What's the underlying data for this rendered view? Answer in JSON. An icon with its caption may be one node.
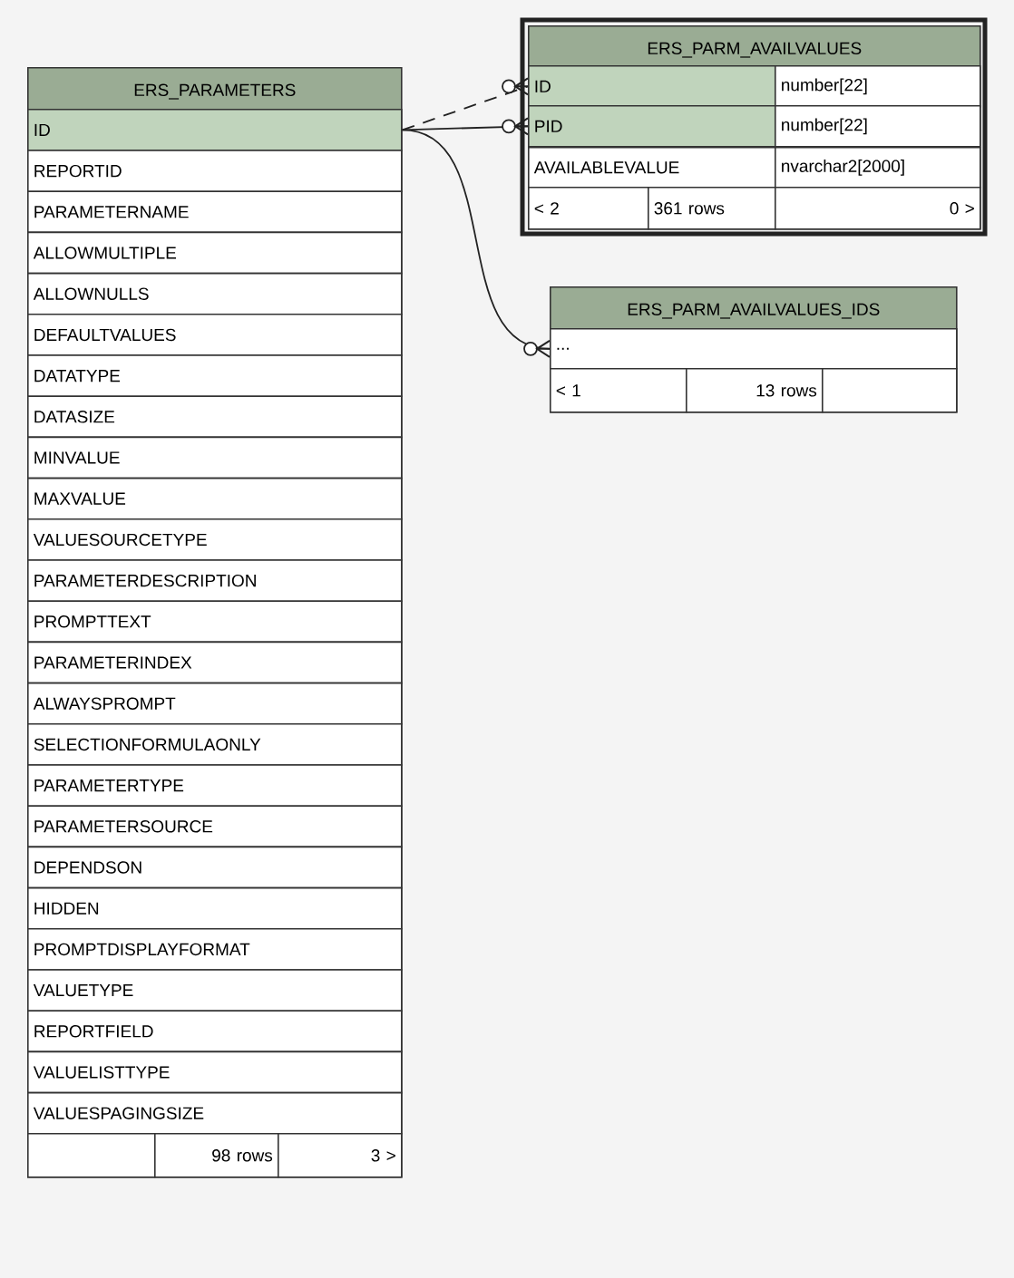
{
  "diagram": {
    "nodes": [
      {
        "text": [
          "ERS_PARAMETERS"
        ]
      },
      {
        "text": [
          "ID"
        ],
        "in": 0
      },
      {
        "text": [
          "REPORTID"
        ],
        "in": 0
      },
      {
        "text": [
          "PARAMETERNAME"
        ],
        "in": 0
      },
      {
        "text": [
          "ALLOWMULTIPLE"
        ],
        "in": 0
      },
      {
        "text": [
          "ALLOWNULLS"
        ],
        "in": 0
      },
      {
        "text": [
          "DEFAULTVALUES"
        ],
        "in": 0
      },
      {
        "text": [
          "DATATYPE"
        ],
        "in": 0
      },
      {
        "text": [
          "DATASIZE"
        ],
        "in": 0
      },
      {
        "text": [
          "MINVALUE"
        ],
        "in": 0
      },
      {
        "text": [
          "MAXVALUE"
        ],
        "in": 0
      },
      {
        "text": [
          "VALUESOURCETYPE"
        ],
        "in": 0
      },
      {
        "text": [
          "PARAMETERDESCRIPTION"
        ],
        "in": 0
      },
      {
        "text": [
          "PROMPTTEXT"
        ],
        "in": 0
      },
      {
        "text": [
          "PARAMETERINDEX"
        ],
        "in": 0
      },
      {
        "text": [
          "ALWAYSPROMPT"
        ],
        "in": 0
      },
      {
        "text": [
          "SELECTIONFORMULAONLY"
        ],
        "in": 0
      },
      {
        "text": [
          "PARAMETERTYPE"
        ],
        "in": 0
      },
      {
        "text": [
          "PARAMETERSOURCE"
        ],
        "in": 0
      },
      {
        "text": [
          "DEPENDSON"
        ],
        "in": 0
      },
      {
        "text": [
          "HIDDEN"
        ],
        "in": 0
      },
      {
        "text": [
          "PROMPTDISPLAYFORMAT"
        ],
        "in": 0
      },
      {
        "text": [
          "VALUETYPE"
        ],
        "in": 0
      },
      {
        "text": [
          "REPORTFIELD"
        ],
        "in": 0
      },
      {
        "text": [
          "VALUELISTTYPE"
        ],
        "in": 0
      },
      {
        "text": [
          "VALUESPAGINGSIZE"
        ],
        "in": 0
      },
      {
        "text": [],
        "shape": "box",
        "in": 0
      },
      {
        "text": [
          "98 rows"
        ],
        "in": 0
      },
      {
        "text": [
          "3 >"
        ],
        "in": 0
      },
      {
        "text": [
          "ERS_PARM_AVAILVALUES"
        ]
      },
      {
        "text": [
          "ID"
        ],
        "in": 29
      },
      {
        "text": [
          "number[22]"
        ],
        "in": 29
      },
      {
        "text": [
          "PID"
        ],
        "in": 29
      },
      {
        "text": [
          "number[22]"
        ],
        "in": 29
      },
      {
        "text": [
          "AVAILABLEVALUE"
        ],
        "in": 29
      },
      {
        "text": [
          "nvarchar2[2000]"
        ],
        "in": 29
      },
      {
        "text": [
          "< 2"
        ],
        "in": 29
      },
      {
        "text": [
          "361 rows"
        ],
        "in": 29
      },
      {
        "text": [
          "0 >"
        ],
        "in": 29
      },
      {
        "text": [
          "ERS_PARM_AVAILVALUES_IDS"
        ]
      },
      {
        "text": [
          "..."
        ],
        "in": 39
      },
      {
        "text": [
          "< 1"
        ],
        "in": 39
      },
      {
        "text": [
          "13 rows"
        ],
        "in": 39
      },
      {
        "text": [],
        "shape": "box",
        "in": 39
      }
    ],
    "edges": [
      {
        "from": 1,
        "to": 30,
        "arrow": "other",
        "style": "dashed"
      },
      {
        "from": 1,
        "to": 32,
        "arrow": "other"
      },
      {
        "from": 1,
        "to": 40,
        "arrow": "other"
      }
    ]
  }
}
